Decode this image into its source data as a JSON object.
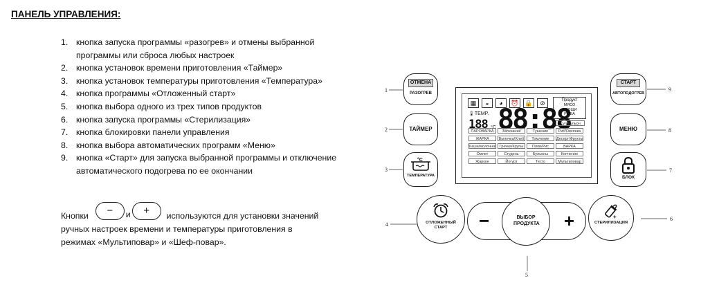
{
  "title": "ПАНЕЛЬ УПРАВЛЕНИЯ:",
  "items": [
    {
      "num": "1.",
      "text": "кнопка запуска программы «разогрев» и отмены выбранной программы или сброса любых настроек"
    },
    {
      "num": "2.",
      "text": "кнопка установок времени приготовления «Таймер»"
    },
    {
      "num": "3.",
      "text": "кнопка установок температуры приготовления «Температура»"
    },
    {
      "num": "4.",
      "text": "кнопка программы «Отложенный старт»"
    },
    {
      "num": "5.",
      "text": "кнопка выбора одного из трех типов продуктов"
    },
    {
      "num": "6.",
      "text": "кнопка запуска программы «Стерилизация»"
    },
    {
      "num": "7.",
      "text": "кнопка блокировки панели управления"
    },
    {
      "num": "8.",
      "text": "кнопка выбора автоматических программ «Меню»"
    },
    {
      "num": "9.",
      "text": "кнопка «Старт» для запуска выбранной программы и отключение автоматического подогрева по ее окончании"
    }
  ],
  "note": {
    "prefix": "Кнопки",
    "minus": "−",
    "plus": "+",
    "conj": "и",
    "suffix": "используются для установки значений",
    "line2": "ручных настроек времени и температуры приготовления в",
    "line3": "режимах «Мультиповар» и «Шеф-повар»."
  },
  "panel": {
    "callouts": [
      "1",
      "2",
      "3",
      "4",
      "5",
      "6",
      "7",
      "8",
      "9"
    ],
    "btn_cancel_top": "ОТМЕНА",
    "btn_cancel_bottom": "РАЗОГРЕВ",
    "btn_timer": "ТАЙМЕР",
    "btn_temp": "ТЕМПЕРАТУРА",
    "btn_start_top": "СТАРТ",
    "btn_start_bottom": "АВТОПОДОГРЕВ",
    "btn_menu": "МЕНЮ",
    "btn_lock": "БЛОК",
    "btn_delay": "ОТЛОЖЕННЫЙ СТАРТ",
    "btn_select": "ВЫБОР ПРОДУКТА",
    "btn_minus": "−",
    "btn_plus": "+",
    "btn_steril": "СТЕРИЛИЗАЦИЯ",
    "lcd": {
      "temp_label": "TEMP.",
      "temp_value": "188",
      "temp_unit": "°C",
      "time_value": "88:88",
      "product_title": "Продукт",
      "products": [
        "МЯСО",
        "ОВОЩИ",
        "РЫБА"
      ],
      "programs": [
        [
          "ПАРОВАРКА",
          "Запекание",
          "Тушение",
          "Рис/Овсянка"
        ],
        [
          "ЖАРКА",
          "Выпечка/Хлеб",
          "Томление",
          "Десерт/Фрукты"
        ],
        [
          "Каша/молочная",
          "Гречка/Крупы",
          "Плов/Рис",
          "ВАРКА"
        ],
        [
          "Омлет",
          "Студень",
          "Бульоны",
          "Копчение"
        ],
        [
          "Жаркое",
          "Йогурт",
          "Тесто",
          "Мультиповар"
        ]
      ],
      "soup_label": "Суп/Бульон"
    }
  }
}
